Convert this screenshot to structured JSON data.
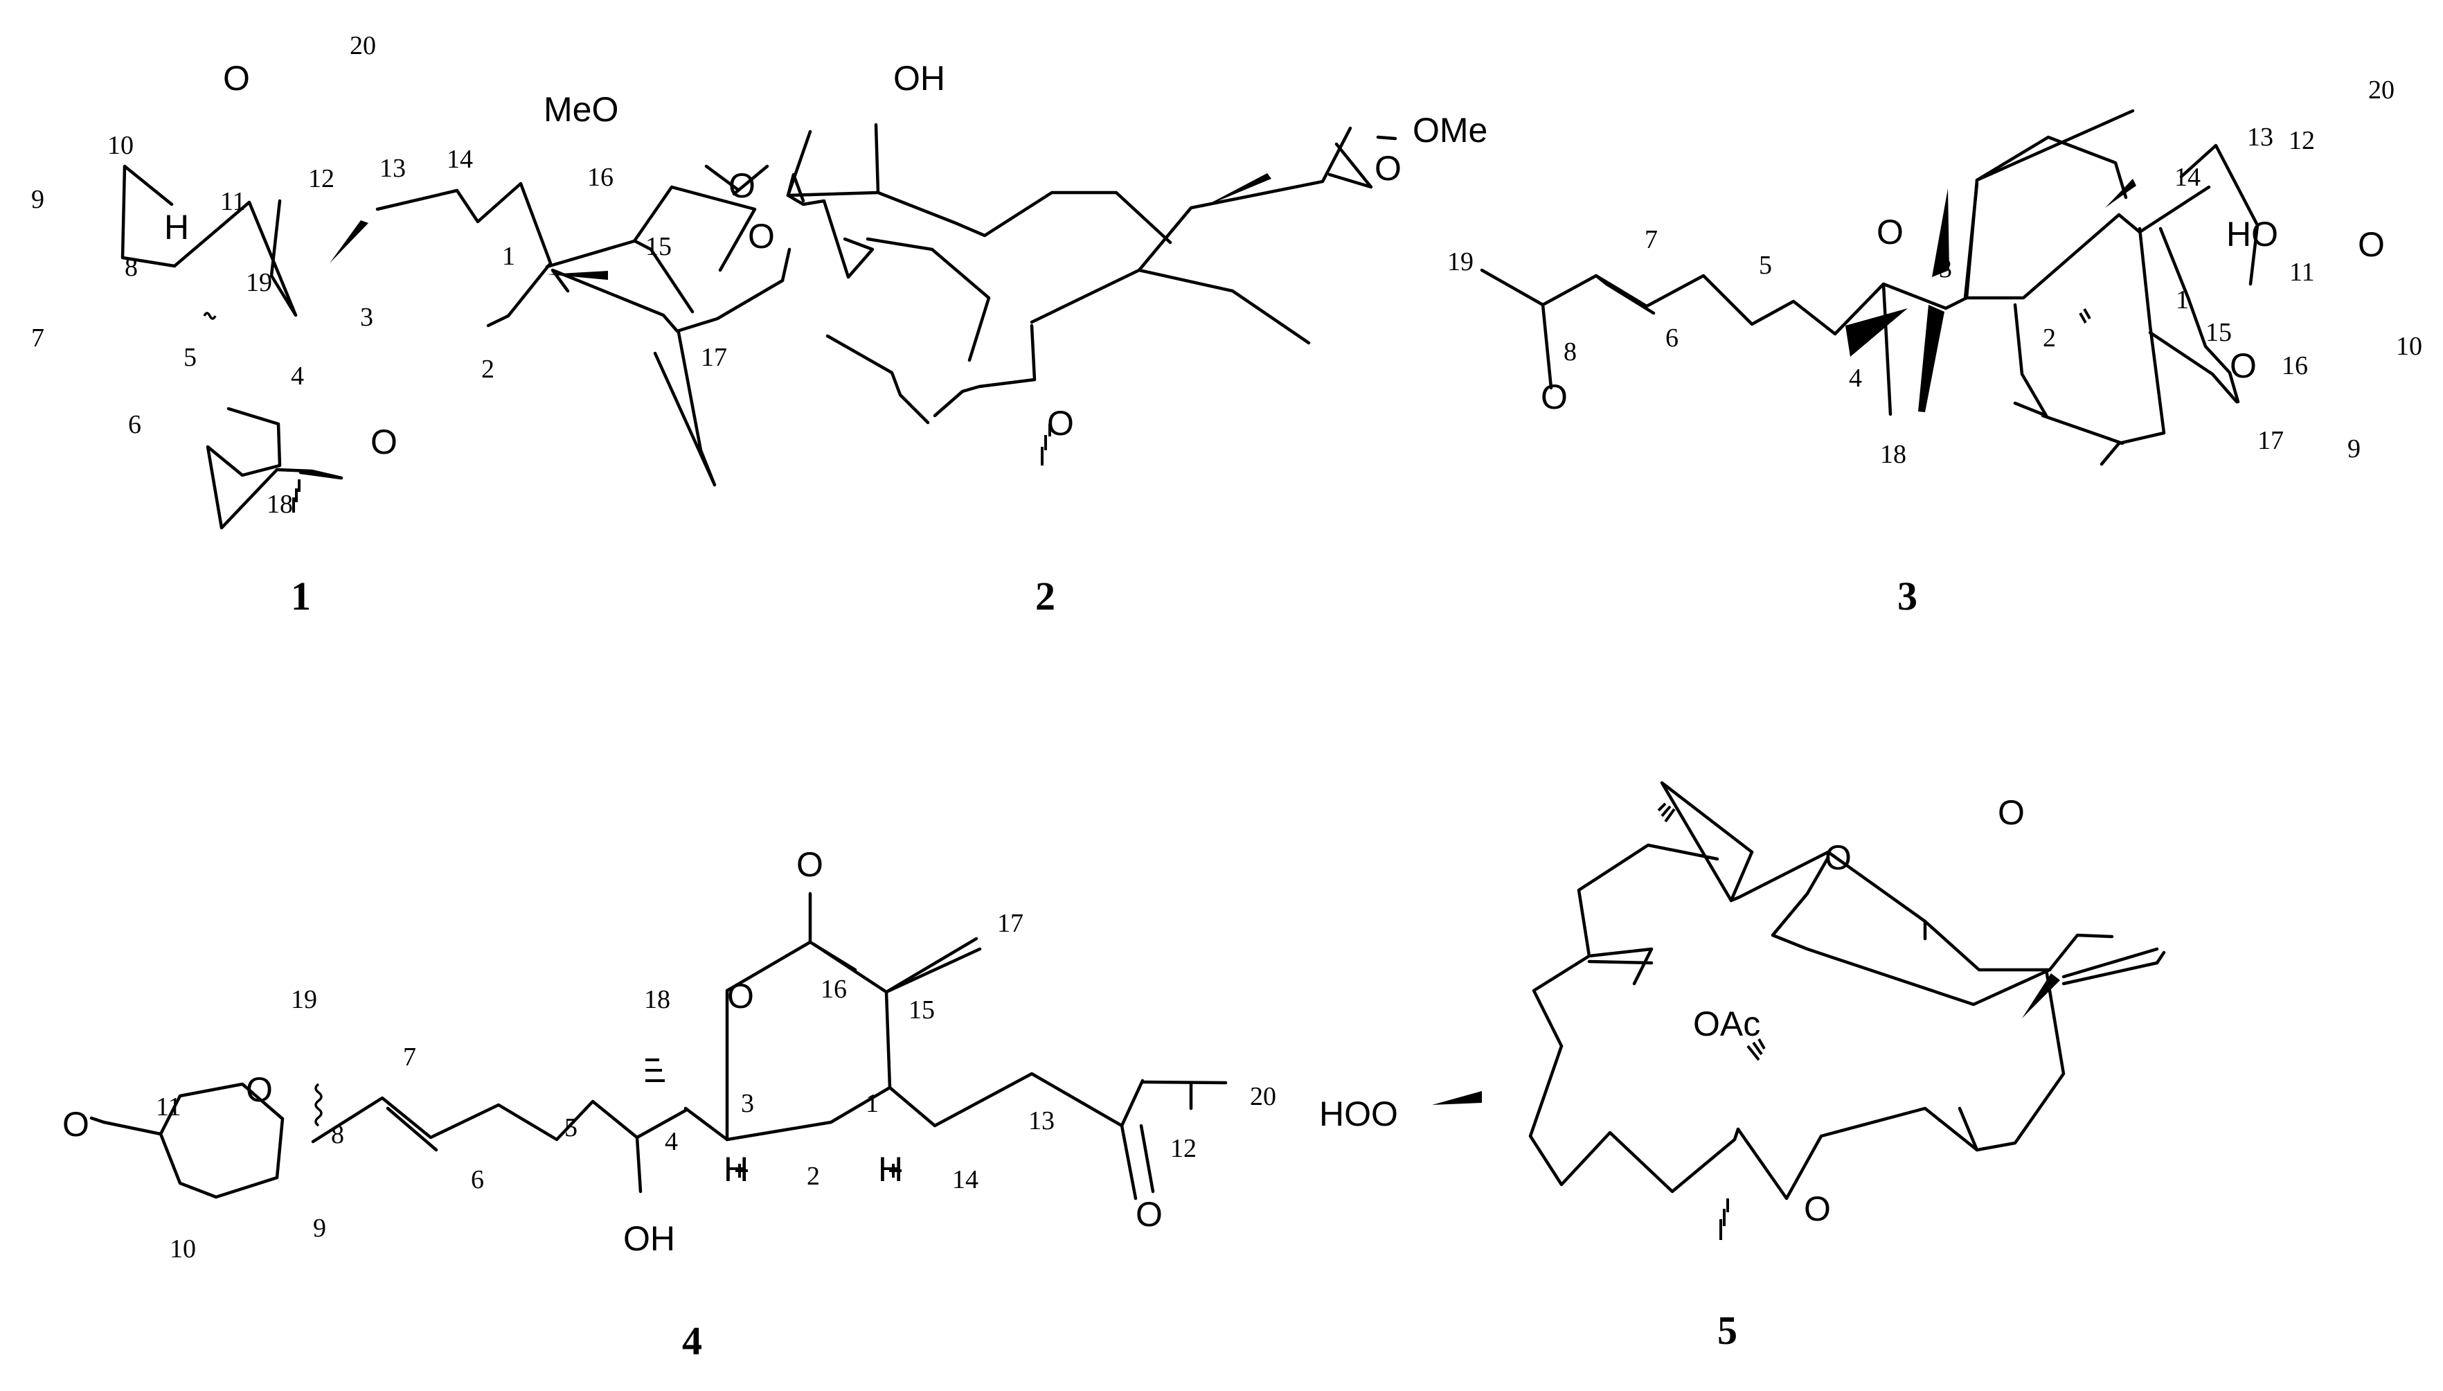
{
  "compounds": [
    {
      "id": "1",
      "atoms": [
        "O",
        "MeO",
        "O",
        "H",
        "O"
      ],
      "locants": [
        "20",
        "10",
        "9",
        "8",
        "7",
        "6",
        "5",
        "4",
        "3",
        "2",
        "1",
        "11",
        "12",
        "13",
        "14",
        "15",
        "16",
        "17",
        "18",
        "19"
      ]
    },
    {
      "id": "2",
      "atoms": [
        "OH",
        "O",
        "O",
        "OMe",
        "O"
      ],
      "locants": []
    },
    {
      "id": "3",
      "atoms": [
        "O",
        "O",
        "HO",
        "O",
        "O"
      ],
      "locants": [
        "19",
        "8",
        "7",
        "6",
        "5",
        "4",
        "3",
        "2",
        "1",
        "18",
        "14",
        "13",
        "12",
        "20",
        "11",
        "15",
        "16",
        "17",
        "10",
        "9"
      ]
    },
    {
      "id": "4",
      "atoms": [
        "O",
        "O",
        "O",
        "O",
        "H",
        "H",
        "OH",
        "O"
      ],
      "locants": [
        "19",
        "11",
        "8",
        "7",
        "6",
        "5",
        "4",
        "3",
        "18",
        "16",
        "15",
        "1",
        "17",
        "2",
        "14",
        "13",
        "12",
        "20",
        "10",
        "9"
      ]
    },
    {
      "id": "5",
      "atoms": [
        "O",
        "O",
        "OAc",
        "HOO",
        "O"
      ],
      "locants": []
    }
  ]
}
